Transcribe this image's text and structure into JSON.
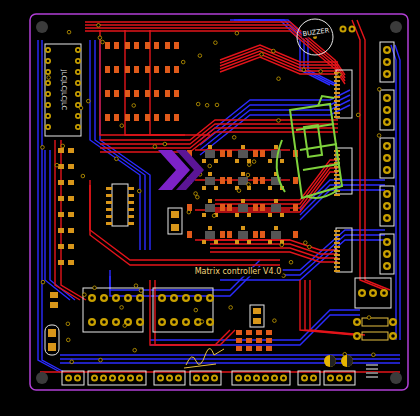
{
  "diagram": {
    "labels": [
      "BUZZER",
      "Matrix controller V4.0",
      "JLCJLCJLCJLC"
    ]
  }
}
